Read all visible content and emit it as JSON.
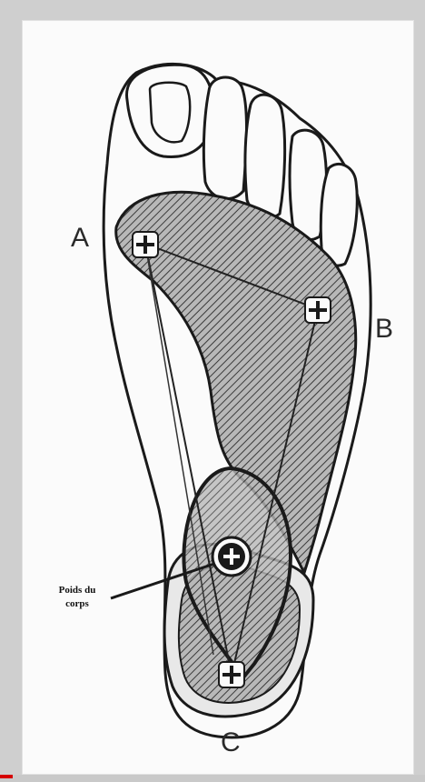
{
  "diagram": {
    "labels": {
      "A": "A",
      "B": "B",
      "C": "C"
    },
    "annotation": {
      "line1": "Poids du",
      "line2": "corps"
    }
  },
  "colors": {
    "ink": "#1a1a1a",
    "hatch_fill": "#9a9a9a",
    "background": "#fbfbfb",
    "frame": "#cfcfcf"
  }
}
